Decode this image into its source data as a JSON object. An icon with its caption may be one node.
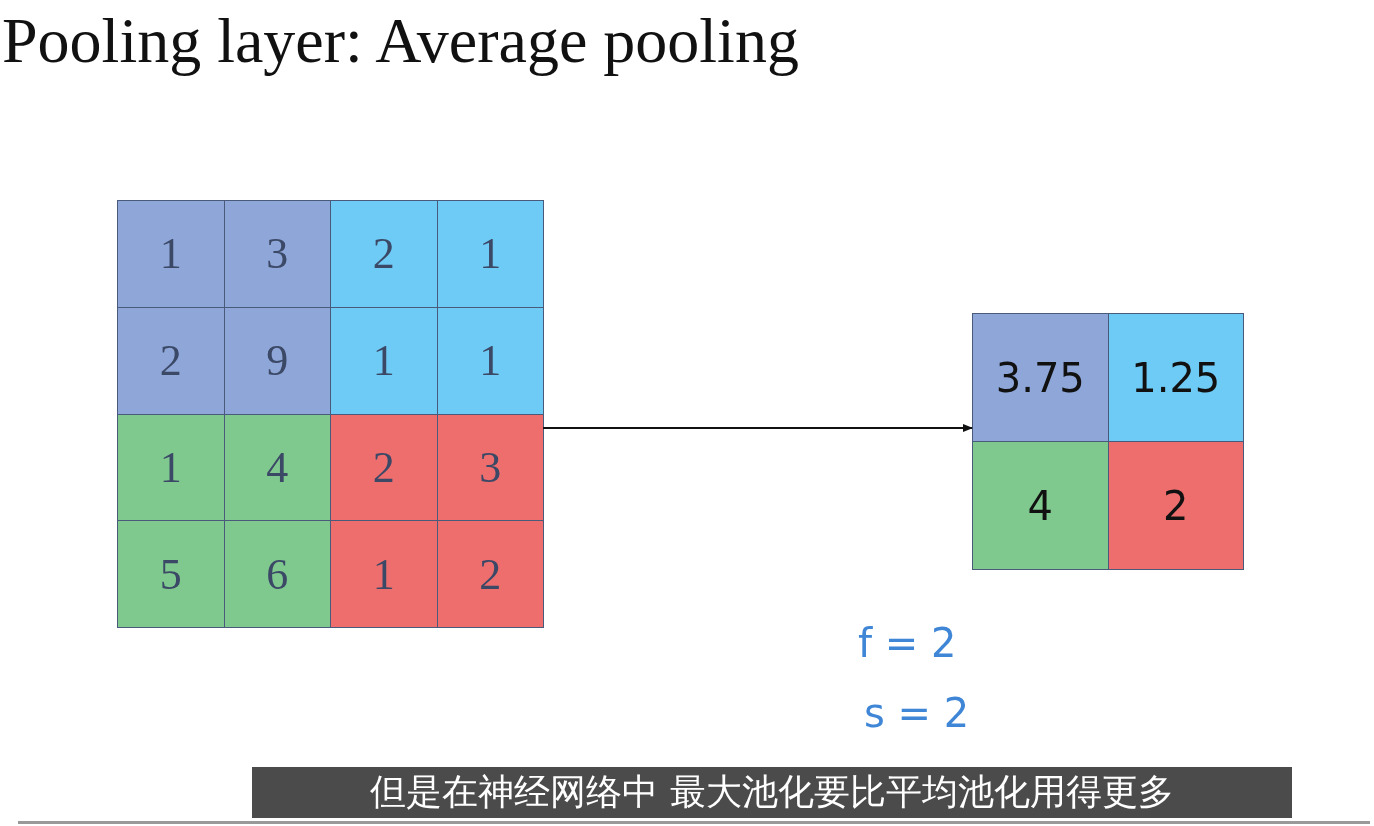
{
  "diagram": {
    "title": "Pooling layer: Average pooling",
    "nodes": [
      {
        "text": [],
        "shape": "box"
      },
      {
        "text": [
          "1"
        ],
        "in": 0
      },
      {
        "text": [
          "3"
        ],
        "in": 0
      },
      {
        "text": [
          "2"
        ],
        "in": 0
      },
      {
        "text": [
          "1"
        ],
        "in": 0
      },
      {
        "text": [
          "2"
        ],
        "in": 0
      },
      {
        "text": [
          "9"
        ],
        "in": 0
      },
      {
        "text": [
          "1"
        ],
        "in": 0
      },
      {
        "text": [
          "1"
        ],
        "in": 0
      },
      {
        "text": [
          "1"
        ],
        "in": 0
      },
      {
        "text": [
          "4"
        ],
        "in": 0
      },
      {
        "text": [
          "2"
        ],
        "in": 0
      },
      {
        "text": [
          "3"
        ],
        "in": 0
      },
      {
        "text": [
          "5"
        ],
        "in": 0
      },
      {
        "text": [
          "6"
        ],
        "in": 0
      },
      {
        "text": [
          "1"
        ],
        "in": 0
      },
      {
        "text": [
          "2"
        ],
        "in": 0
      },
      {
        "text": [],
        "shape": "box"
      },
      {
        "text": [
          "3.75"
        ],
        "in": 17
      },
      {
        "text": [
          "1.25"
        ],
        "in": 17
      },
      {
        "text": [
          "4"
        ],
        "in": 17
      },
      {
        "text": [
          "2"
        ],
        "in": 17
      }
    ],
    "edges": [
      {
        "from": 0,
        "to": 17,
        "arrow": "to"
      }
    ],
    "labels": [
      "f = 2",
      "s = 2"
    ],
    "caption": "但是在神经网络中 最大池化要比平均池化用得更多"
  }
}
